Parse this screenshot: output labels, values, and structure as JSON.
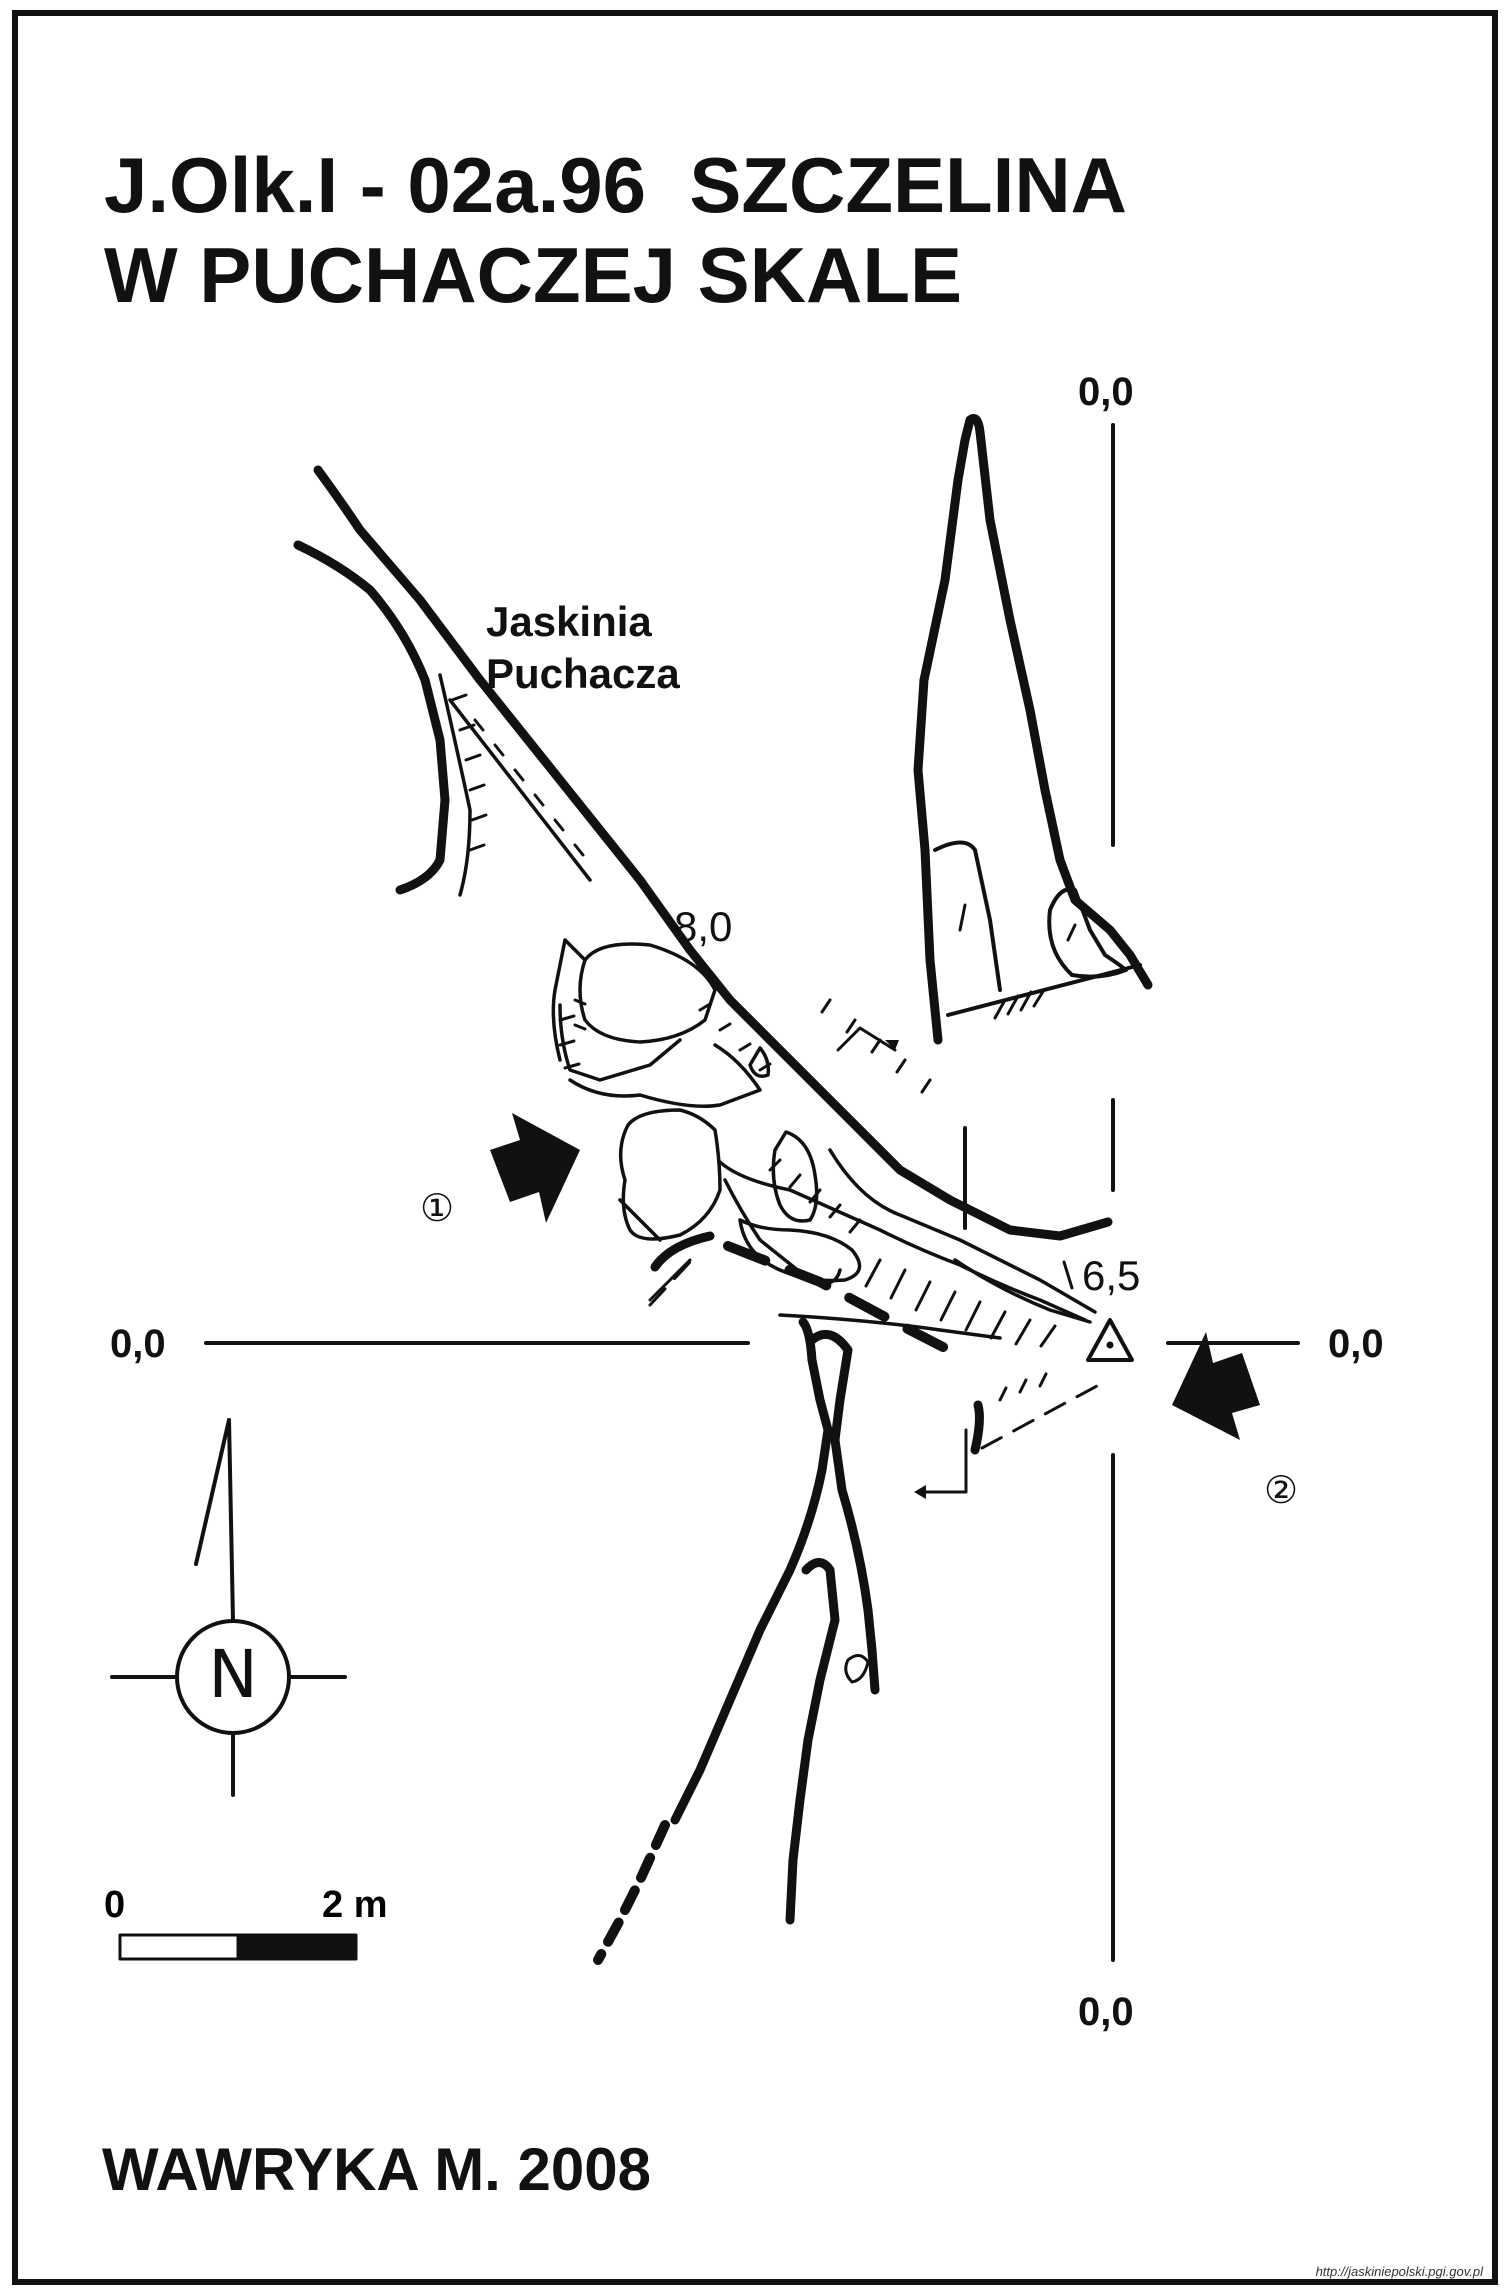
{
  "title": {
    "line1": "J.Olk.I - 02a.96  SZCZELINA",
    "line2": "W PUCHACZEJ SKALE"
  },
  "cave_name": {
    "line1": "Jaskinia",
    "line2": "Puchacza"
  },
  "reference_labels": {
    "top": "0,0",
    "bottom": "0,0",
    "left": "0,0",
    "right": "0,0"
  },
  "depth_labels": {
    "upper": "8,0",
    "station": "6,5"
  },
  "view_markers": {
    "view1": "①",
    "view2": "②"
  },
  "compass": {
    "letter": "N"
  },
  "scale_bar": {
    "start_label": "0",
    "end_label": "2 m"
  },
  "author": "WAWRYKA M. 2008",
  "source": "http://jaskiniepolski.pgi.gov.pl",
  "colors": {
    "ink": "#111111",
    "paper": "#ffffff"
  }
}
